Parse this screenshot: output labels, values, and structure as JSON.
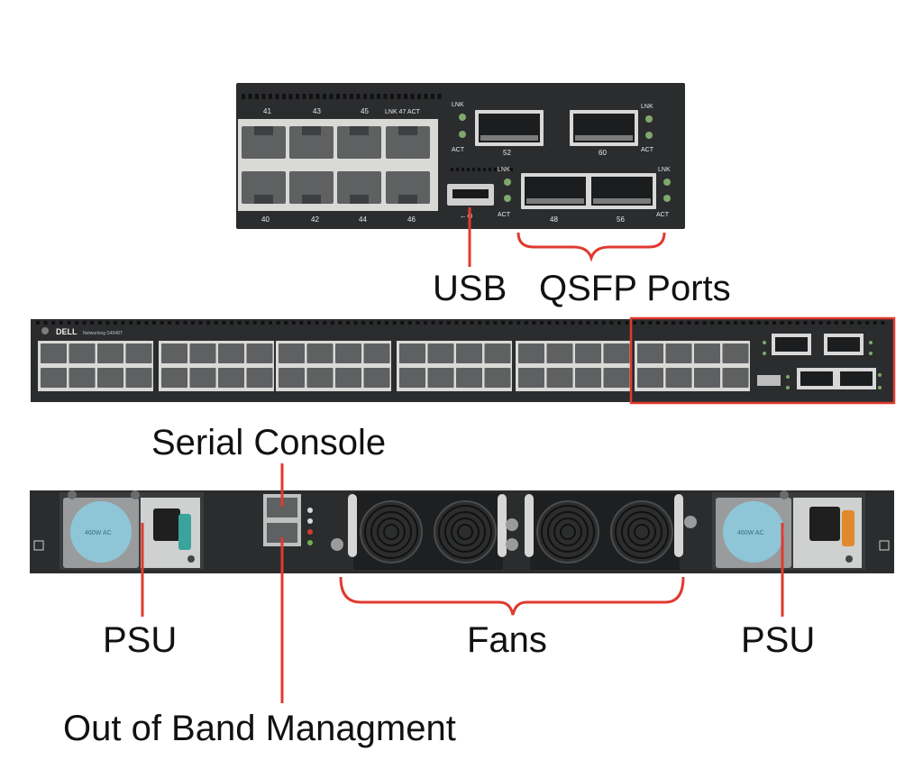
{
  "labels": {
    "usb": "USB",
    "qsfp_ports": "QSFP Ports",
    "serial_console": "Serial Console",
    "psu_left": "PSU",
    "fans": "Fans",
    "psu_right": "PSU",
    "out_of_band": "Out of Band Managment"
  },
  "detail_panel": {
    "port_numbers_top": [
      "41",
      "43",
      "45",
      "47"
    ],
    "port_numbers_bottom": [
      "40",
      "42",
      "44",
      "46"
    ],
    "lnk_act_label": "LNK 47 ACT",
    "lnk": "LNK",
    "act": "ACT",
    "qsfp_top": [
      "52",
      "60"
    ],
    "qsfp_bottom": [
      "48",
      "56"
    ],
    "usb_label": "←⊗"
  },
  "front_panel": {
    "brand": "DELL",
    "model": "Networking S4048T"
  },
  "rear_panel": {
    "psu_fan_text": "460W AC"
  },
  "colors": {
    "chassis": "#2b2c2e",
    "port_surround": "#d9d9d6",
    "rj45": "#5e6062",
    "callout": "#e03a2f",
    "led": "#7fa86a",
    "psu_fan": "#8ec6d8",
    "psu_handle_left": "#3aa39b",
    "psu_handle_right": "#e08a2c"
  }
}
